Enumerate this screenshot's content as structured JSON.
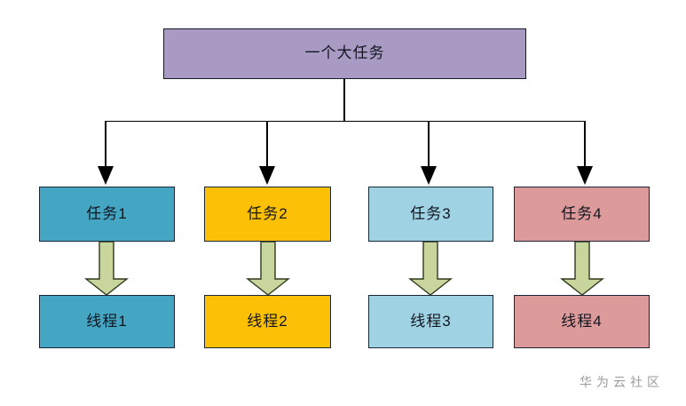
{
  "diagram": {
    "type": "task-thread-mapping-tree",
    "background_color": "#ffffff",
    "root": {
      "label": "一个大任务",
      "color": "#a99ac4"
    },
    "tasks": [
      {
        "label": "任务1",
        "color": "#45a6c4"
      },
      {
        "label": "任务2",
        "color": "#fcc006"
      },
      {
        "label": "任务3",
        "color": "#9fd3e3"
      },
      {
        "label": "任务4",
        "color": "#dd9a9a"
      }
    ],
    "threads": [
      {
        "label": "线程1",
        "color": "#45a6c4"
      },
      {
        "label": "线程2",
        "color": "#fcc006"
      },
      {
        "label": "线程3",
        "color": "#9fd3e3"
      },
      {
        "label": "线程4",
        "color": "#dd9a9a"
      }
    ],
    "connectors": {
      "tree_line_color": "#000000",
      "block_arrow_fill": "#c8d69e",
      "block_arrow_stroke": "#2d3a1c"
    }
  },
  "watermark": {
    "text": "华为云社区",
    "color": "#9b9b9b"
  }
}
